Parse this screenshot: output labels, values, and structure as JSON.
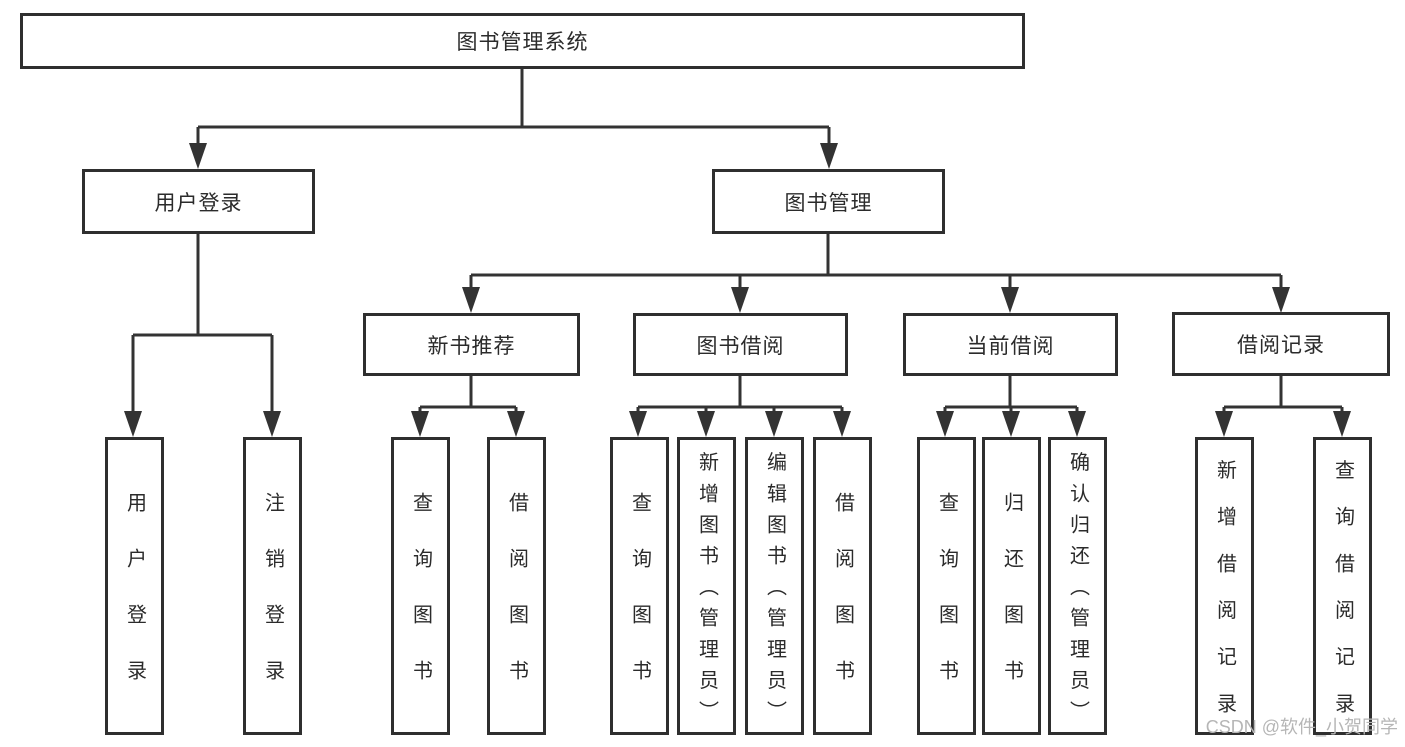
{
  "tree": {
    "root_label": "图书管理系统",
    "level2": {
      "user_login": "用户登录",
      "book_mgmt": "图书管理"
    },
    "level3": {
      "new_book_rec": "新书推荐",
      "book_borrow": "图书借阅",
      "current_borrow": "当前借阅",
      "borrow_records": "借阅记录"
    },
    "leaves": {
      "user_login": [
        "用户登录",
        "注销登录"
      ],
      "new_book_rec": [
        "查询图书",
        "借阅图书"
      ],
      "book_borrow": [
        "查询图书",
        "新增图书（管理员）",
        "编辑图书（管理员）",
        "借阅图书"
      ],
      "current_borrow": [
        "查询图书",
        "归还图书",
        "确认归还（管理员）"
      ],
      "borrow_records": [
        "新增借阅记录",
        "查询借阅记录"
      ]
    }
  },
  "watermark": "CSDN @软件_小贺同学",
  "colors": {
    "line": "#333333",
    "box_border": "#2f2f2f",
    "text": "#2b2b2b",
    "watermark": "#b6b6b6",
    "background": "#ffffff"
  }
}
